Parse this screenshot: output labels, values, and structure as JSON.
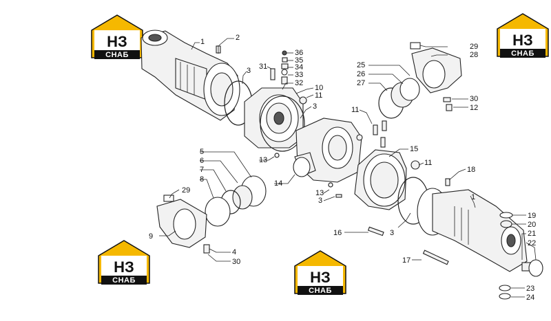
{
  "logo": {
    "mark": "НЗ",
    "caption": "СНАБ",
    "accent": "#f5b800",
    "dark": "#111111"
  },
  "callouts": [
    "1",
    "2",
    "3",
    "36",
    "35",
    "34",
    "33",
    "32",
    "31",
    "10",
    "11",
    "3",
    "29",
    "28",
    "25",
    "26",
    "27",
    "30",
    "12",
    "11",
    "13",
    "5",
    "6",
    "7",
    "8",
    "14",
    "11",
    "15",
    "29",
    "9",
    "4",
    "30",
    "13",
    "3",
    "18",
    "1",
    "19",
    "20",
    "21",
    "22",
    "16",
    "3",
    "17",
    "23",
    "24"
  ]
}
